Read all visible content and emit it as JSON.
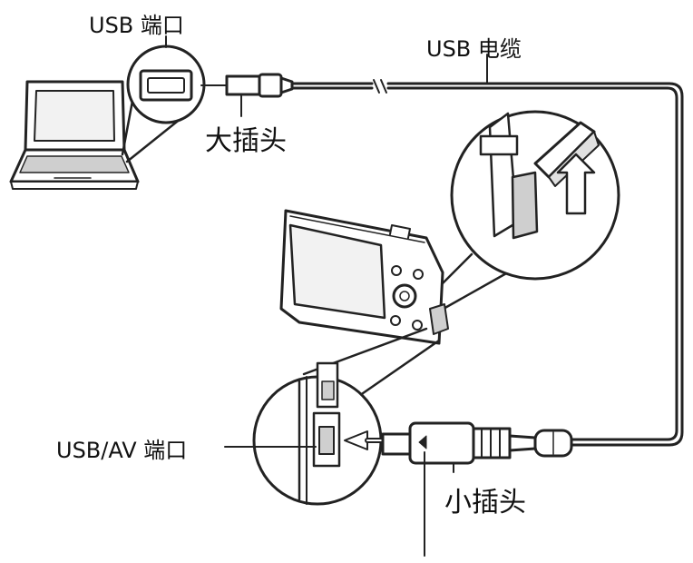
{
  "labels": {
    "usb_port": "USB 端口",
    "usb_cable": "USB 电缆",
    "large_plug": "大插头",
    "usb_av_port": "USB/AV 端口",
    "small_plug": "小插头"
  },
  "colors": {
    "line": "#222222",
    "background": "#ffffff",
    "screen_fill": "#f2f2f2",
    "shade": "#cfcfcf"
  }
}
